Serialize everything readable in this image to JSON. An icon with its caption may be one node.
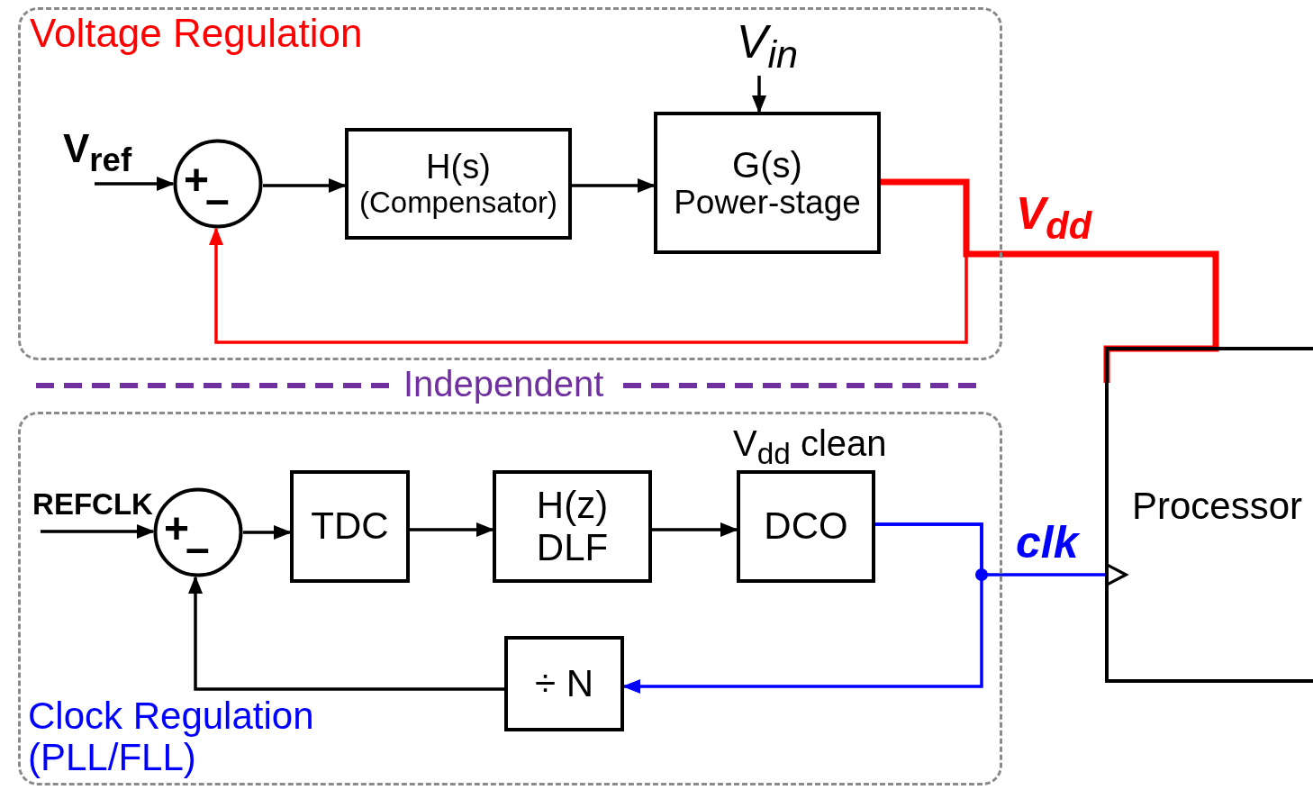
{
  "diagram": {
    "nodes": [
      {
        "text": [
          "Voltage Regulation"
        ]
      },
      {
        "text": [
          "V$_{ref}$"
        ],
        "in": 0
      },
      {
        "text": [
          "+",
          "–"
        ],
        "in": 0
      },
      {
        "text": [
          "H(s)",
          "(Compensator)"
        ],
        "in": 0
      },
      {
        "text": [
          "G(s)",
          "Power-stage"
        ],
        "in": 0
      },
      {
        "text": [
          "V$_{in}$"
        ],
        "in": 0
      },
      {
        "text": [
          "Processor"
        ]
      },
      {
        "text": [
          "Clock Regulation (PLL/FLL)"
        ]
      },
      {
        "text": [
          "REFCLK"
        ],
        "in": 7
      },
      {
        "text": [
          "+",
          "–"
        ],
        "in": 7
      },
      {
        "text": [
          "TDC"
        ],
        "in": 7
      },
      {
        "text": [
          "H(z)",
          "DLF"
        ],
        "in": 7
      },
      {
        "text": [
          "DCO"
        ],
        "in": 7,
        "beside": [
          "V$_{dd}$ clean"
        ]
      },
      {
        "text": [
          "÷ N"
        ],
        "in": 7
      }
    ],
    "edges": [
      {
        "from": 1,
        "to": 2,
        "arrow": "to"
      },
      {
        "from": 2,
        "to": 3,
        "arrow": "to"
      },
      {
        "from": 3,
        "to": 4,
        "arrow": "to"
      },
      {
        "from": 5,
        "to": 4,
        "arrow": "to"
      },
      {
        "from": 4,
        "to": 6,
        "arrow": "none",
        "style": "thick",
        "color": "#ff0000"
      },
      {
        "from": 4,
        "to": 2,
        "arrow": "to",
        "color": "#ff0000"
      },
      {
        "from": 8,
        "to": 9,
        "arrow": "to"
      },
      {
        "from": 9,
        "to": 10,
        "arrow": "to"
      },
      {
        "from": 10,
        "to": 11,
        "arrow": "to"
      },
      {
        "from": 11,
        "to": 12,
        "arrow": "to"
      },
      {
        "from": 12,
        "to": 6,
        "arrow": "to",
        "color": "#0000ff"
      },
      {
        "from": 12,
        "to": 13,
        "arrow": "to",
        "color": "#0000ff"
      },
      {
        "from": 13,
        "to": 9,
        "arrow": "to"
      }
    ],
    "labels": [
      "V$_{dd}$",
      "Independent",
      "clk"
    ]
  }
}
